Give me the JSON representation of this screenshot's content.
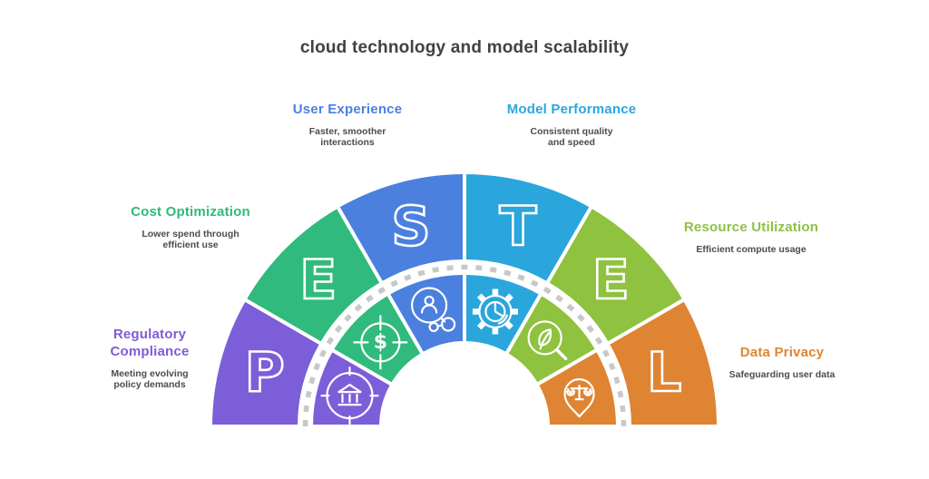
{
  "title": "cloud technology and model scalability",
  "labels": [
    {
      "id": "cost-optimization",
      "heading": "Cost Optimization",
      "color": "#2eba7a",
      "lines": [
        "Lower spend through",
        "efficient use"
      ]
    },
    {
      "id": "user-experience",
      "heading": "User Experience",
      "color": "#4b80e1",
      "lines": [
        "Faster, smoother",
        "interactions"
      ]
    },
    {
      "id": "model-performance",
      "heading": "Model Performance",
      "color": "#29a7de",
      "lines": [
        "Consistent quality",
        "and speed"
      ]
    },
    {
      "id": "resource-utilization",
      "heading": "Resource Utilization",
      "color": "#8fc044",
      "lines": [
        "Efficient compute usage"
      ]
    },
    {
      "id": "regulatory-compliance",
      "heading": "Regulatory Compliance",
      "color": "#7e5cd6",
      "lines": [
        "Meeting evolving",
        "policy demands"
      ]
    },
    {
      "id": "data-privacy",
      "heading": "Data Privacy",
      "color": "#e08532",
      "lines": [
        "Safeguarding user data"
      ]
    }
  ],
  "arch": {
    "word": "PESTEL",
    "letter_color": "#ffffff",
    "dash_color": "#c8c8c8",
    "segments": [
      {
        "letter": "P",
        "color": "#7c5ed9",
        "icon": "bank-target-icon"
      },
      {
        "letter": "E",
        "color": "#31ba7d",
        "icon": "dollar-target-icon"
      },
      {
        "letter": "S",
        "color": "#4b80df",
        "icon": "user-network-icon"
      },
      {
        "letter": "T",
        "color": "#2aa6dc",
        "icon": "gear-pie-icon"
      },
      {
        "letter": "E",
        "color": "#8ec23f",
        "icon": "leaf-magnifier-icon"
      },
      {
        "letter": "L",
        "color": "#df8432",
        "icon": "scales-pin-icon"
      }
    ]
  }
}
